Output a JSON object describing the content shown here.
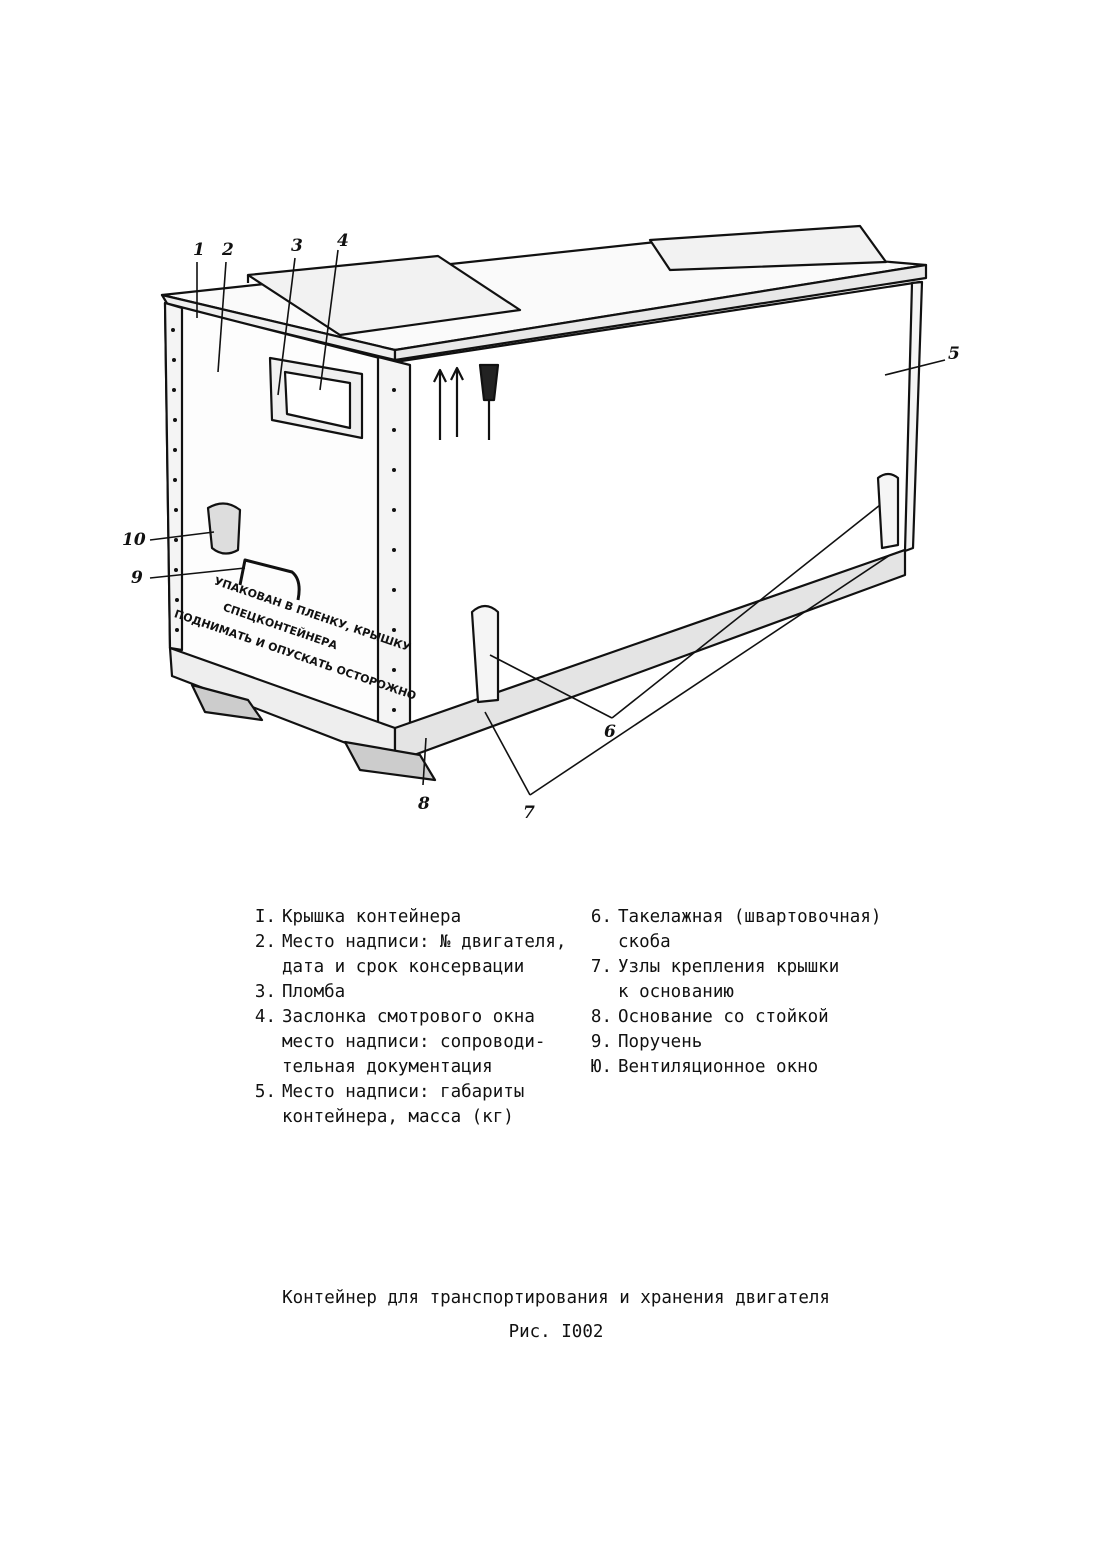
{
  "callouts": [
    "1",
    "2",
    "3",
    "4",
    "5",
    "6",
    "7",
    "8",
    "9",
    "10"
  ],
  "crate_inscription": [
    "УПАКОВАН В ПЛЕНКУ, КРЫШКУ",
    "СПЕЦКОНТЕЙНЕРА",
    "ПОДНИМАТЬ И ОПУСКАТЬ ОСТОРОЖНО"
  ],
  "legend_left": [
    {
      "num": "I.",
      "lines": [
        "Крышка контейнера"
      ]
    },
    {
      "num": "2.",
      "lines": [
        "Место надписи: № двигателя,",
        "дата и срок консервации"
      ]
    },
    {
      "num": "3.",
      "lines": [
        "Пломба"
      ]
    },
    {
      "num": "4.",
      "lines": [
        "Заслонка смотрового окна",
        "место надписи: сопроводи-",
        "тельная документация"
      ]
    },
    {
      "num": "5.",
      "lines": [
        "Место надписи: габариты",
        "контейнера, масса (кг)"
      ]
    }
  ],
  "legend_right": [
    {
      "num": "6.",
      "lines": [
        "Такелажная (швартовочная)",
        "скоба"
      ]
    },
    {
      "num": "7.",
      "lines": [
        "Узлы крепления крышки",
        "к основанию"
      ]
    },
    {
      "num": "8.",
      "lines": [
        "Основание со стойкой"
      ]
    },
    {
      "num": "9.",
      "lines": [
        "Поручень"
      ]
    },
    {
      "num": "Ю.",
      "lines": [
        "Вентиляционное окно"
      ]
    }
  ],
  "caption": {
    "title": "Контейнер для транспортирования и хранения двигателя",
    "figure": "Рис. I002"
  }
}
